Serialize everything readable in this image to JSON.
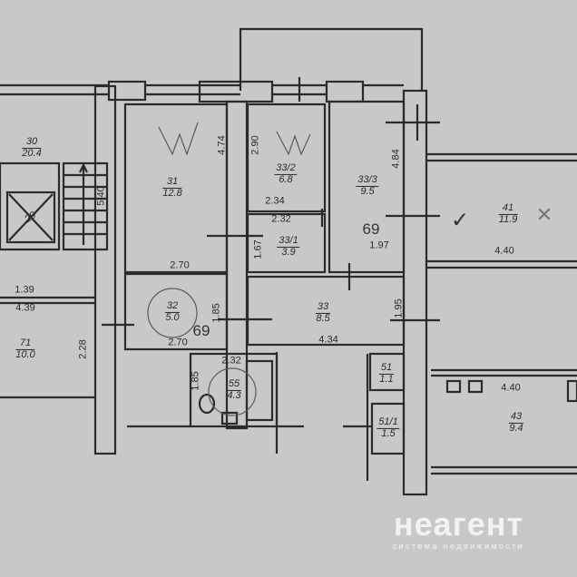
{
  "rooms": [
    {
      "id": "30",
      "area": "20.4"
    },
    {
      "id": "31",
      "area": "12.8"
    },
    {
      "id": "33/2",
      "area": "6.8"
    },
    {
      "id": "33/3",
      "area": "9.5"
    },
    {
      "id": "33/1",
      "area": "3.9"
    },
    {
      "id": "41",
      "area": "11.9"
    },
    {
      "id": "32",
      "area": "5.0"
    },
    {
      "id": "33",
      "area": "8.5"
    },
    {
      "id": "71",
      "area": "10.0"
    },
    {
      "id": "55",
      "area": "4.3"
    },
    {
      "id": "51",
      "area": "1.1"
    },
    {
      "id": "51/1",
      "area": "1.5"
    },
    {
      "id": "43",
      "area": "9.4"
    }
  ],
  "elevator_label": "29",
  "dimensions": {
    "d474": "4.74",
    "d290": "2.90",
    "d234": "2.34",
    "d232a": "2.32",
    "d167": "1.67",
    "d484": "4.84",
    "d197": "1.97",
    "d540": "5.40",
    "d270a": "2.70",
    "d270b": "2.70",
    "d185a": "1.85",
    "d139": "1.39",
    "d439": "4.39",
    "d228": "2.28",
    "d434": "4.34",
    "d195": "1.95",
    "d232b": "2.32",
    "d185b": "1.85",
    "d440a": "4.40",
    "d440b": "4.40"
  },
  "handwritten": {
    "apt_a": "69",
    "apt_b": "69",
    "check": "✓",
    "cross": "✕"
  },
  "watermark": {
    "brand": "неагент",
    "subtitle": "система недвижимости"
  },
  "colors": {
    "paper": "#c8c8c6",
    "wall": "#2b2b2b",
    "watermark": "#f2f2f2"
  }
}
